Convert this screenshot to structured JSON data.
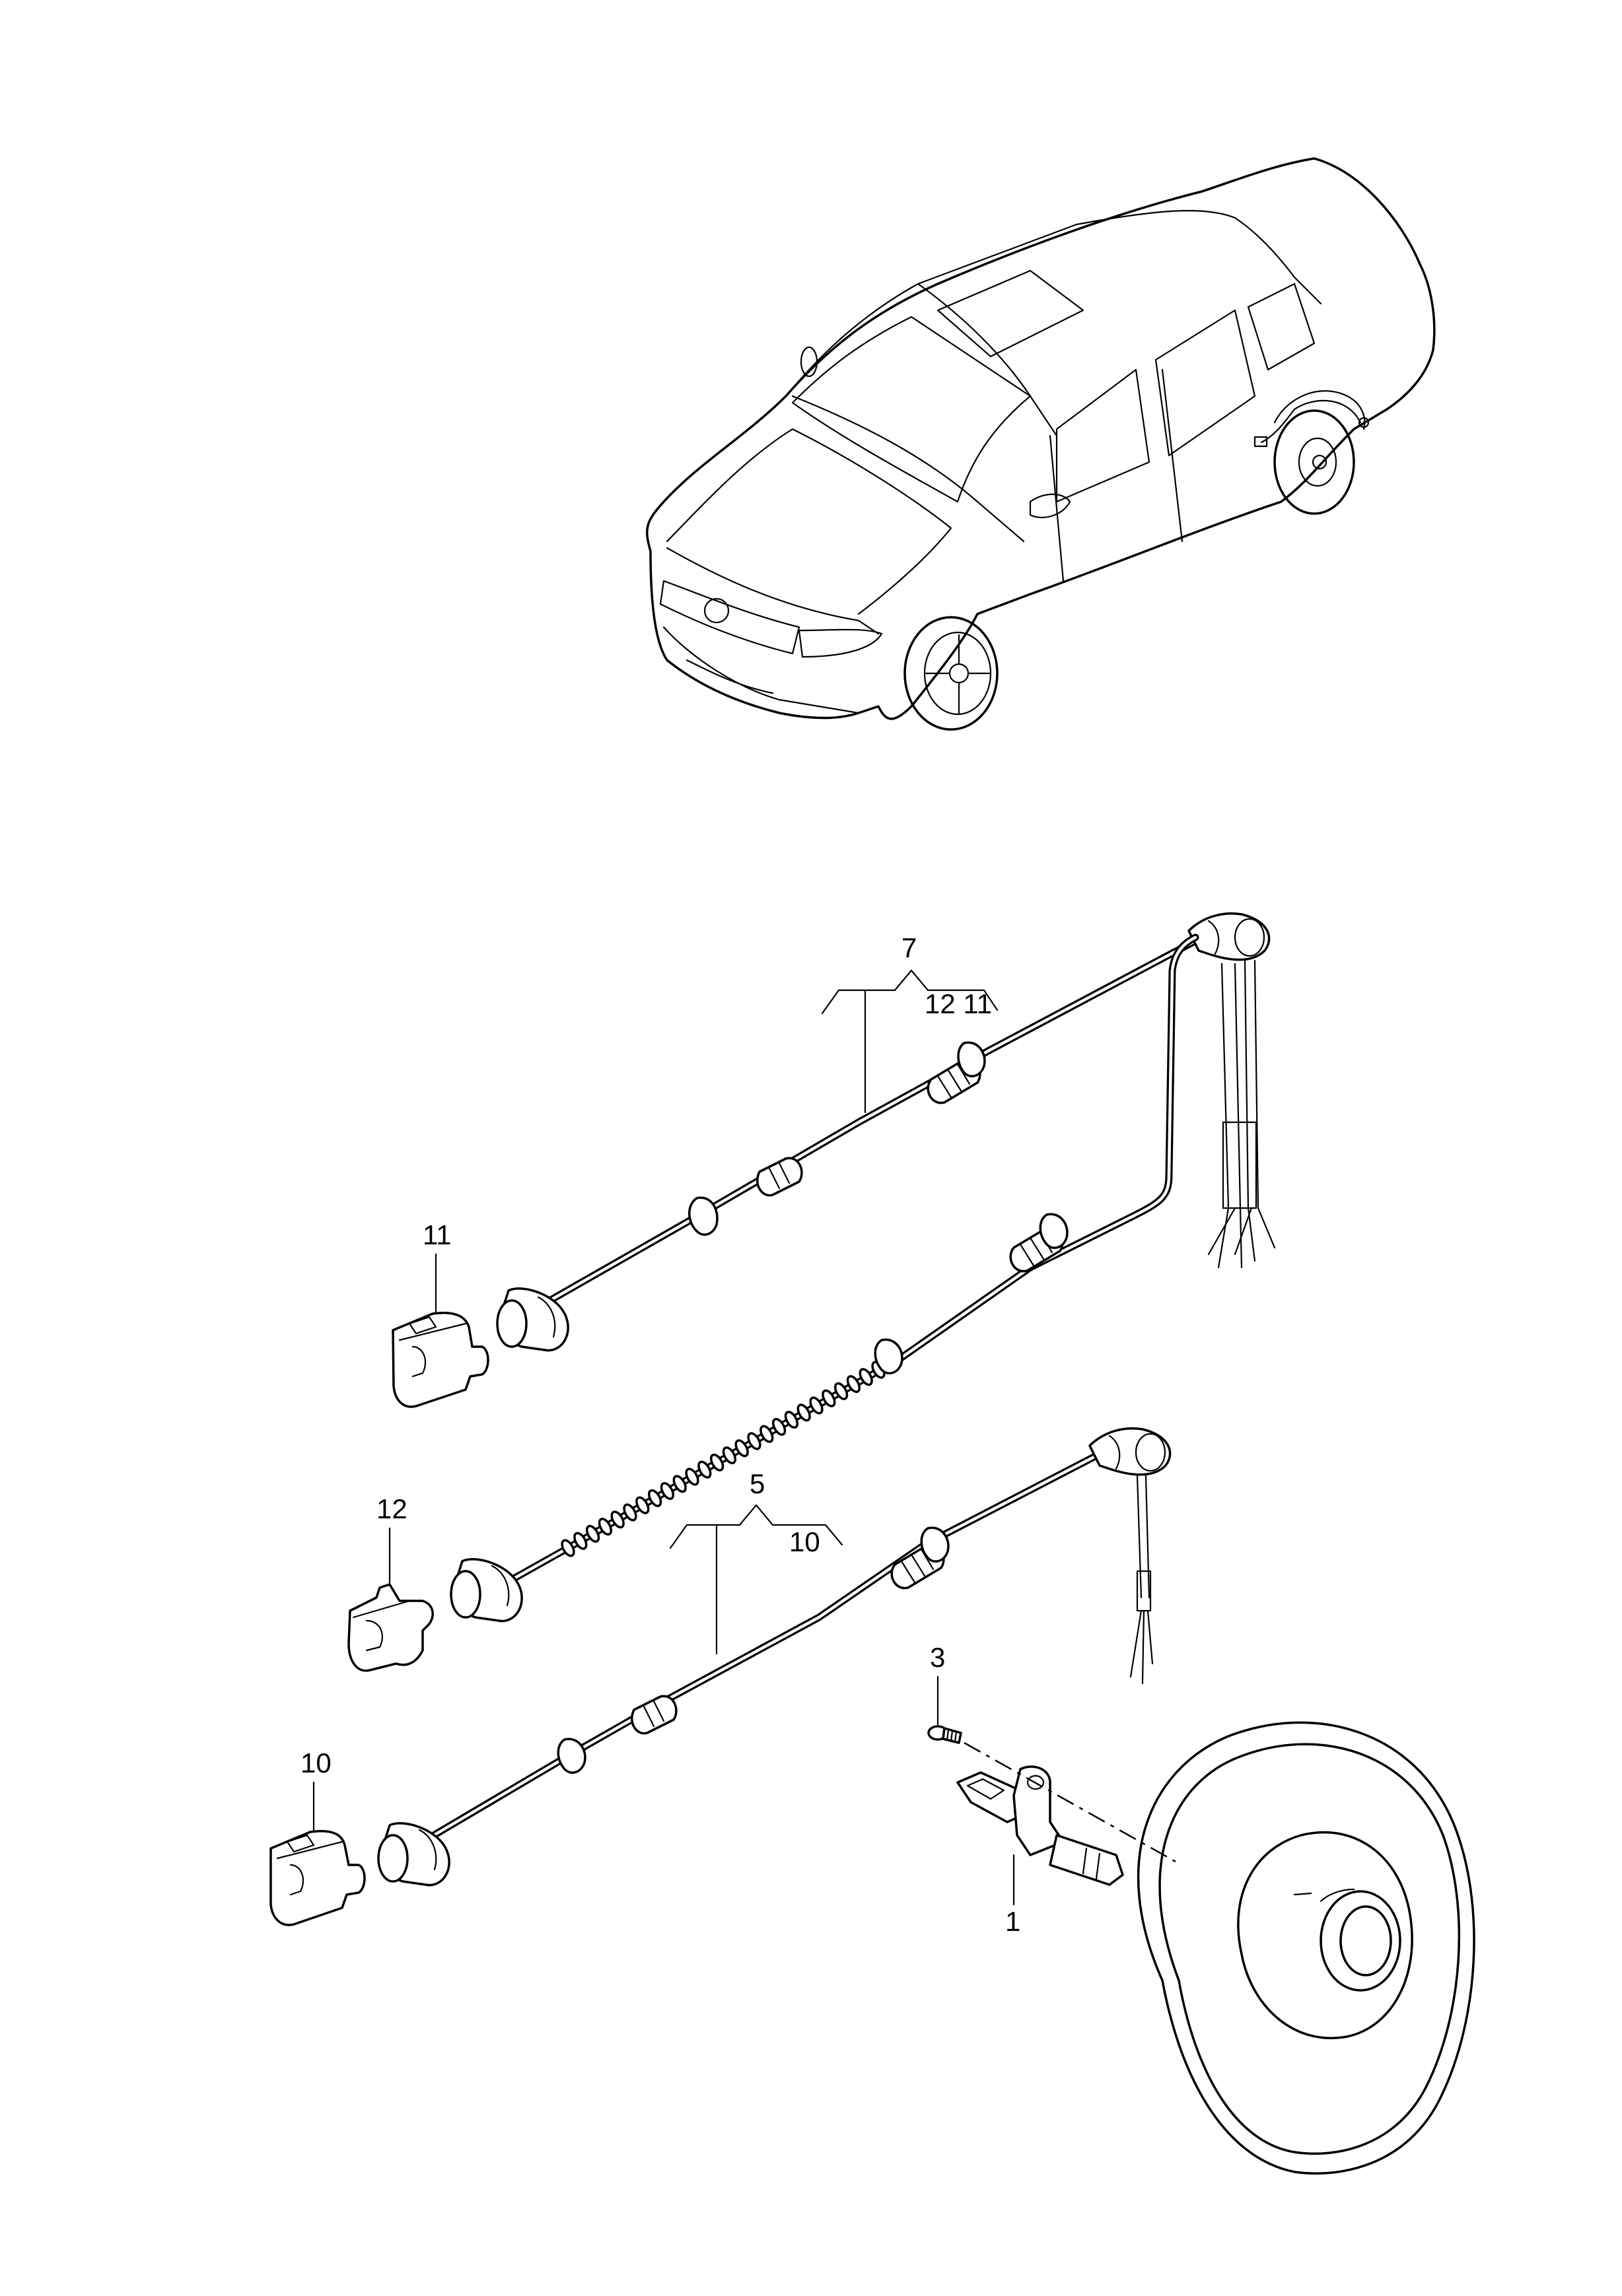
{
  "diagram": {
    "callouts": {
      "part_1": "1",
      "part_3": "3",
      "part_5": "5",
      "part_7": "7",
      "part_10": "10",
      "part_11": "11",
      "part_12": "12",
      "group_5_sub": "10",
      "group_7_sub": "12 11"
    }
  }
}
